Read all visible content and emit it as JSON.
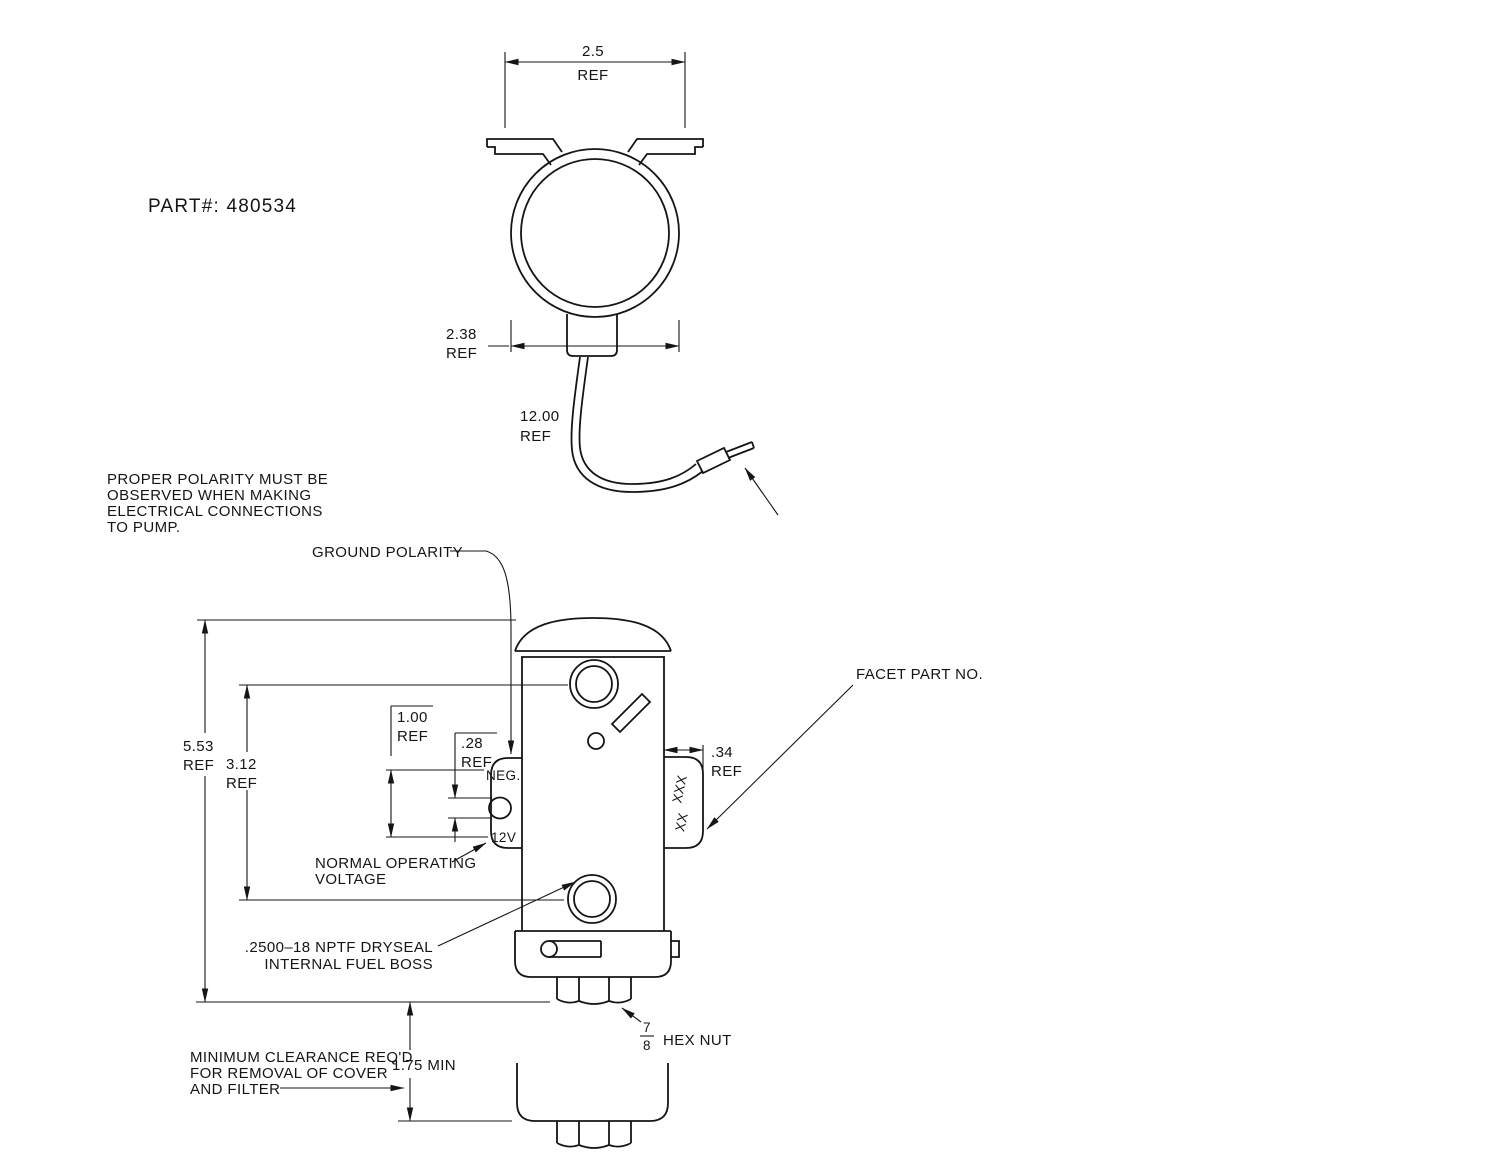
{
  "drawing": {
    "part_label": "PART#: 480534",
    "top_view": {
      "dim_width_value": "2.5",
      "dim_width_ref": "REF",
      "dim_dia_value": "2.38",
      "dim_dia_ref": "REF",
      "dim_wire_value": "12.00",
      "dim_wire_ref": "REF"
    },
    "side_view": {
      "dim_height_value": "5.53",
      "dim_height_ref": "REF",
      "dim_ports_value": "3.12",
      "dim_ports_ref": "REF",
      "dim_terms_value": "1.00",
      "dim_terms_ref": "REF",
      "dim_stud_value": ".28",
      "dim_stud_ref": "REF",
      "dim_bracket_value": ".34",
      "dim_bracket_ref": "REF",
      "dim_clearance": "1.75 MIN",
      "neg_label": "NEG.",
      "v12_label": "12V",
      "stamp_line1": "XXX",
      "stamp_line2": "XX"
    },
    "notes": {
      "polarity_line1": "PROPER POLARITY MUST BE",
      "polarity_line2": "OBSERVED WHEN MAKING",
      "polarity_line3": "ELECTRICAL CONNECTIONS",
      "polarity_line4": "TO PUMP.",
      "ground_polarity": "GROUND POLARITY",
      "facet_part_no": "FACET PART NO.",
      "nov_line1": "NORMAL OPERATING",
      "nov_line2": "VOLTAGE",
      "boss_line1": ".2500–18 NPTF DRYSEAL",
      "boss_line2": "INTERNAL FUEL BOSS",
      "clearance_line1": "MINIMUM CLEARANCE REQ'D",
      "clearance_line2": "FOR REMOVAL OF COVER",
      "clearance_line3": "AND FILTER",
      "hex_nut_num": "7",
      "hex_nut_den": "8",
      "hex_nut_label": "HEX NUT"
    }
  }
}
